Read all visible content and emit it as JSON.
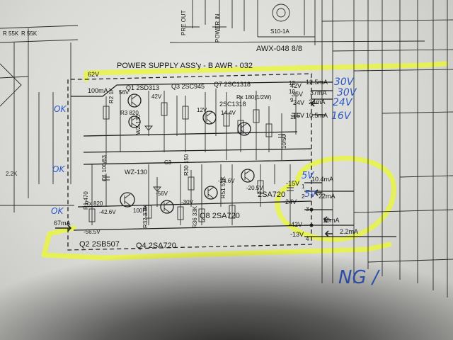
{
  "top_labels": {
    "pre_out": "PRE OUT",
    "power_in": "POWER IN",
    "awx": "AWX-048 8/8",
    "switch": "S10-1A"
  },
  "board_title": "POWER SUPPLY  ASS'y - B   AWR - 032",
  "input_voltage": "62V",
  "input_current": "100mA",
  "transistors": {
    "q1": "Q1 2SD313",
    "q3": "Q3 2SC945",
    "q7": "Q7 2SC1318",
    "q5": "2SC1318",
    "q6": "2SA720",
    "q8": "Q8 2SA720",
    "q2": "Q2 2SB507",
    "q4": "Q4 2SA720"
  },
  "zeners": {
    "wz1": "WZ-130",
    "wz2": "WZ-130"
  },
  "node_voltages": [
    {
      "label": "56V"
    },
    {
      "label": "42V"
    },
    {
      "label": "12V"
    },
    {
      "label": "14.4V"
    },
    {
      "label": "-24.6V"
    },
    {
      "label": "-20.5V"
    },
    {
      "label": "-30V"
    },
    {
      "label": "-42.6V"
    },
    {
      "label": "-56.5V"
    },
    {
      "label": "-56V"
    }
  ],
  "outputs": [
    {
      "pin": "12",
      "voltage": "42V",
      "current": "12.5mA",
      "note": "30V"
    },
    {
      "pin": "10",
      "voltage": "35V",
      "current": "37mA",
      "note": "30V"
    },
    {
      "pin": "9",
      "voltage": "24V",
      "current": "24mA",
      "note": "24V"
    },
    {
      "pin": "11",
      "voltage": "16V",
      "current": "10.5mA",
      "note": "16V"
    },
    {
      "pin": "1",
      "voltage": "-15V",
      "current": "10.4mA",
      "note": "5V"
    },
    {
      "pin": "2",
      "voltage": "-24V",
      "current": "22mA",
      "note": "5V"
    },
    {
      "pin": "3",
      "voltage": "-42V",
      "current": "16mA",
      "note": ""
    },
    {
      "pin": "4",
      "voltage": "-13V",
      "current": "2.2mA",
      "note": ""
    }
  ],
  "left_notes": [
    {
      "text": "OK"
    },
    {
      "text": "OK"
    },
    {
      "text": "OK"
    }
  ],
  "bottom_input_current": "67mA",
  "resistors": {
    "r1": "R1 470",
    "r2": "R2 1K",
    "r3": "R3 820",
    "r18": "Rx 820",
    "r30": "R30 150",
    "r32": "R32 3.3K",
    "r36": "R36 33K",
    "r40": "Rx 180(1/2W)",
    "r51": "R51 51K",
    "c1": "C1 100/63",
    "c3": "C3",
    "c10": "10/50",
    "c11": "100F"
  },
  "signature": "NG /"
}
